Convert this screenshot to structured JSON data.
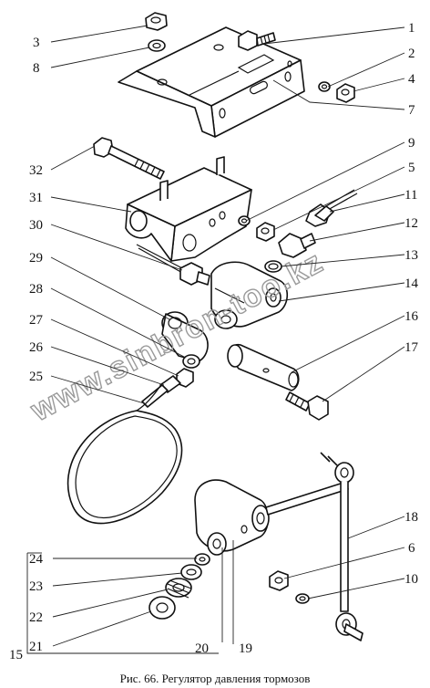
{
  "diagram": {
    "caption": "Рис. 66. Регулятор давления тормозов",
    "watermark": "www.sinbron-too.kz",
    "callouts": [
      "1",
      "2",
      "3",
      "4",
      "5",
      "6",
      "7",
      "8",
      "9",
      "10",
      "11",
      "12",
      "13",
      "14",
      "15",
      "16",
      "17",
      "18",
      "19",
      "20",
      "21",
      "22",
      "23",
      "24",
      "25",
      "26",
      "27",
      "28",
      "29",
      "30",
      "31",
      "32"
    ]
  }
}
